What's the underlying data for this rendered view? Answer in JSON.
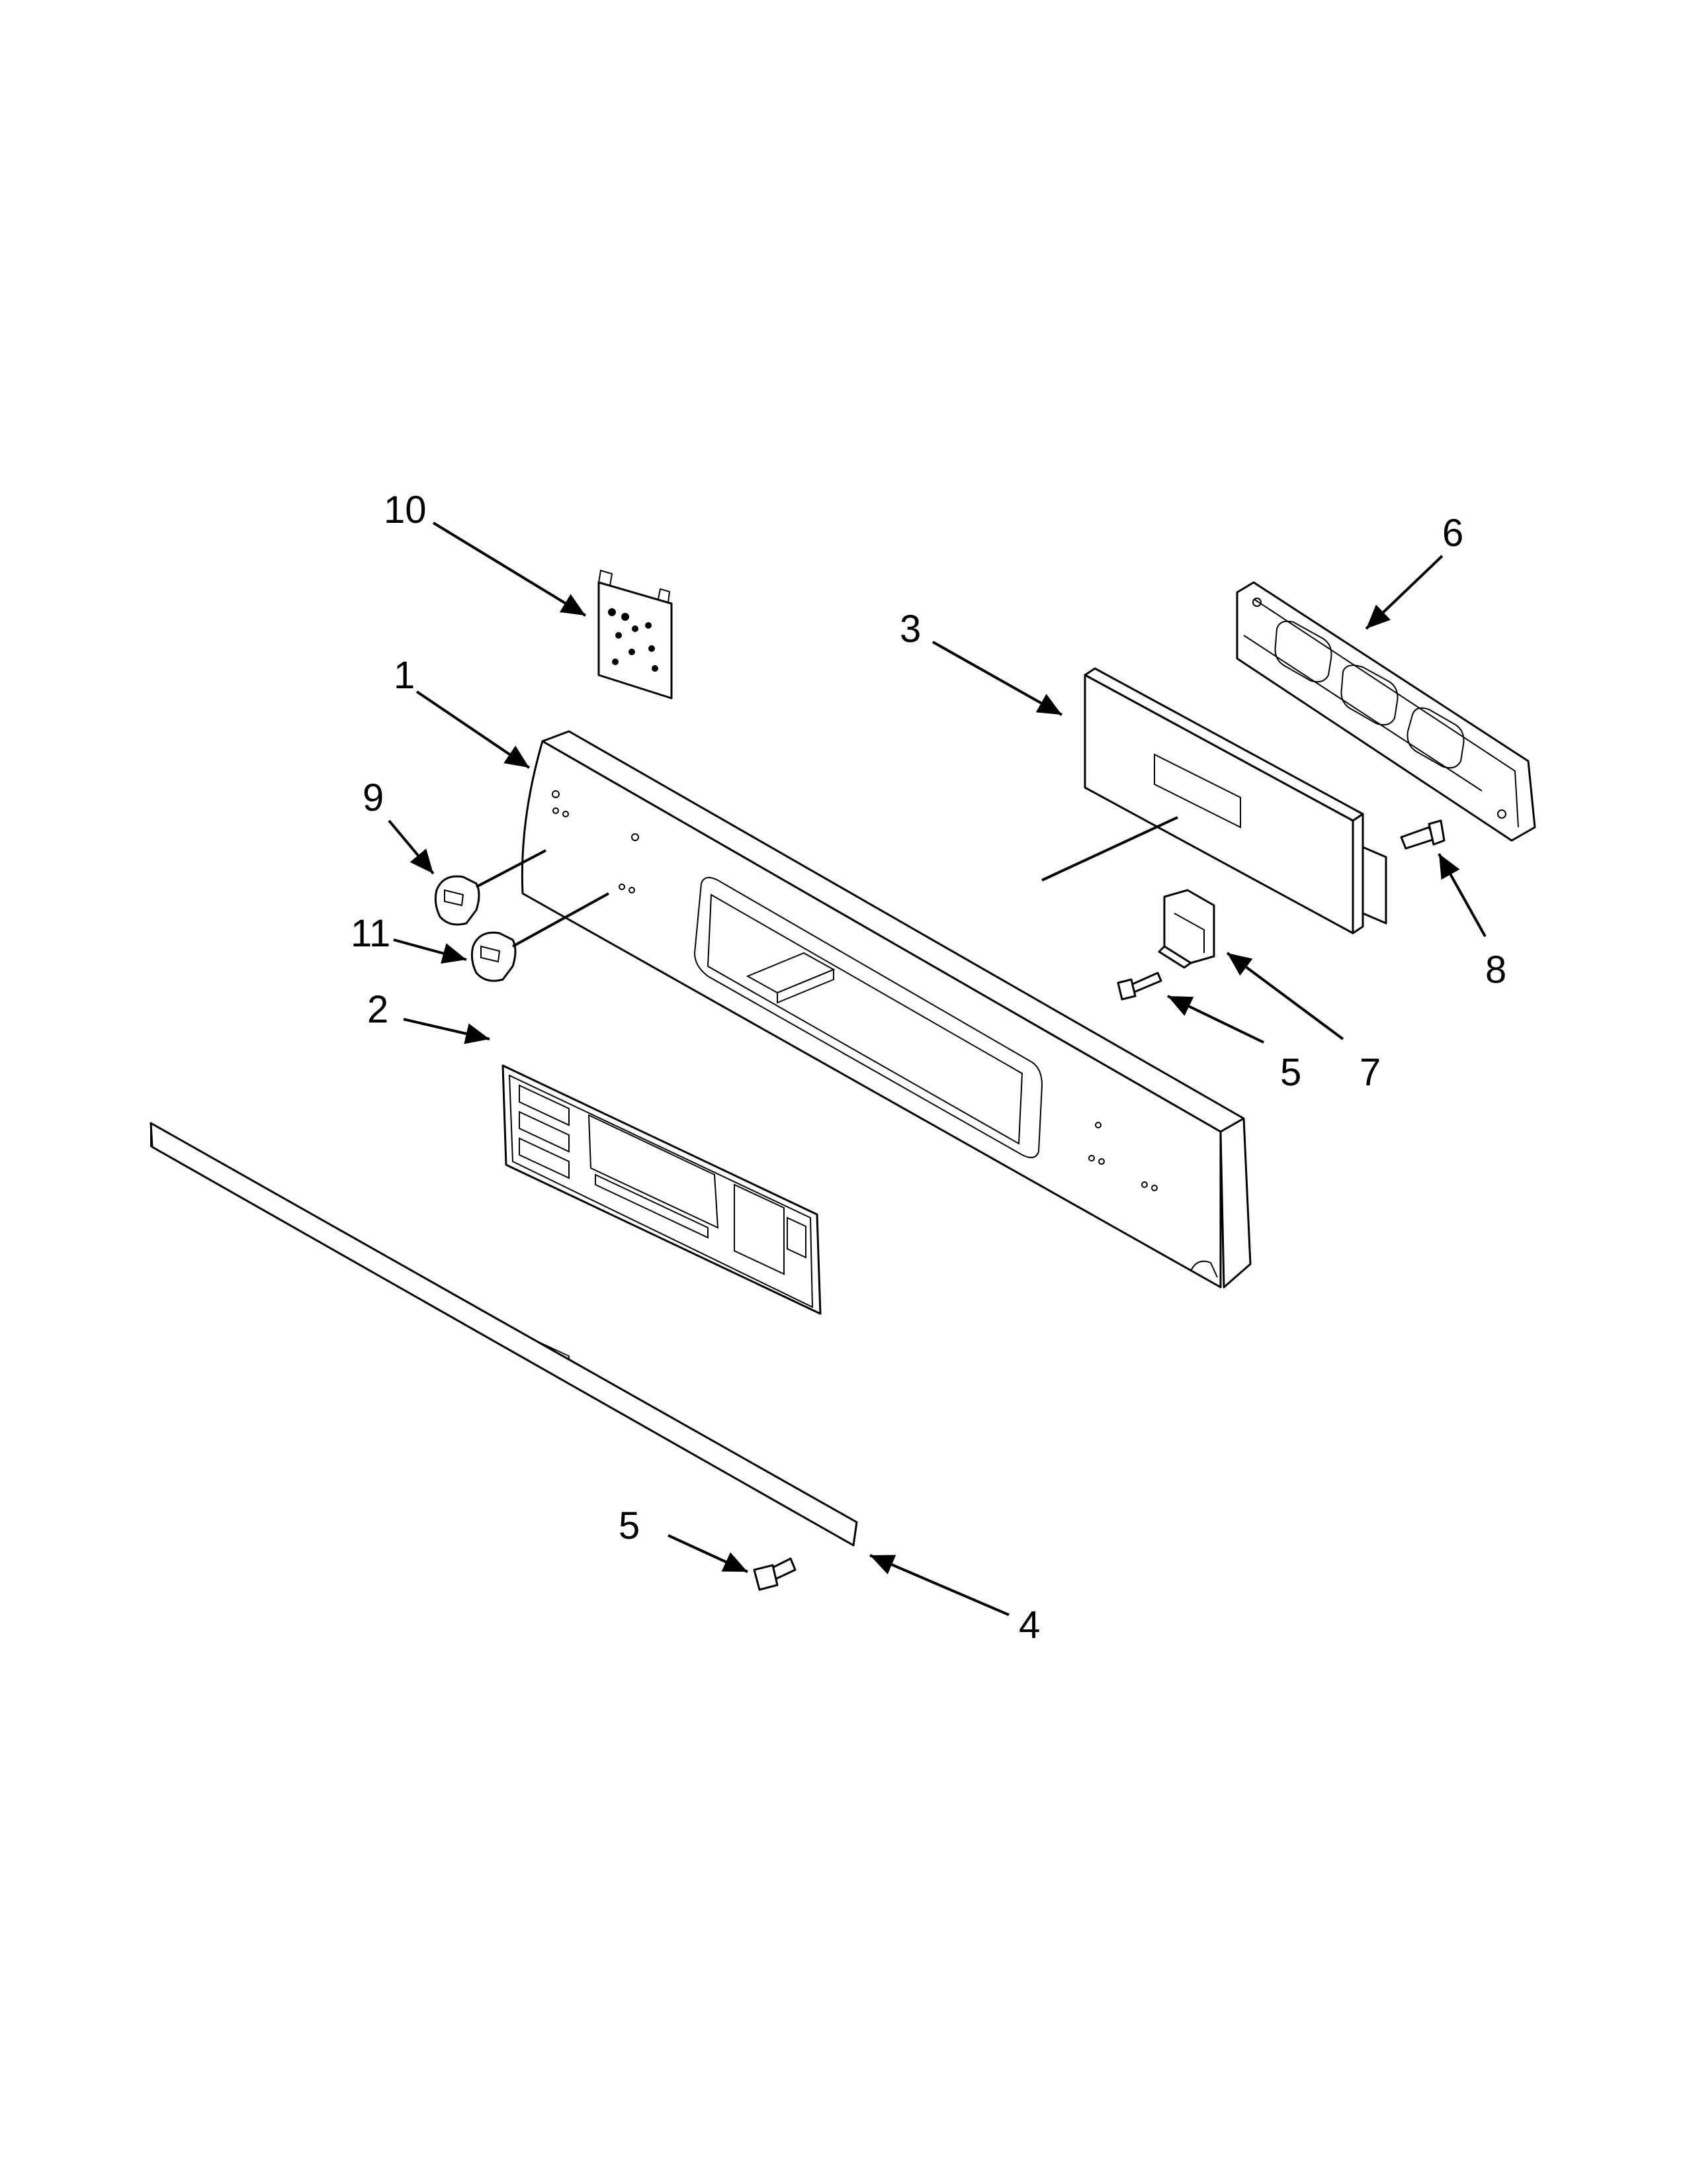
{
  "diagram": {
    "callouts": [
      {
        "id": "c10",
        "label": "10"
      },
      {
        "id": "c6",
        "label": "6"
      },
      {
        "id": "c3",
        "label": "3"
      },
      {
        "id": "c1",
        "label": "1"
      },
      {
        "id": "c9",
        "label": "9"
      },
      {
        "id": "c11",
        "label": "11"
      },
      {
        "id": "c2",
        "label": "2"
      },
      {
        "id": "c8",
        "label": "8"
      },
      {
        "id": "c7",
        "label": "7"
      },
      {
        "id": "c5a",
        "label": "5"
      },
      {
        "id": "c5b",
        "label": "5"
      },
      {
        "id": "c4",
        "label": "4"
      }
    ]
  }
}
